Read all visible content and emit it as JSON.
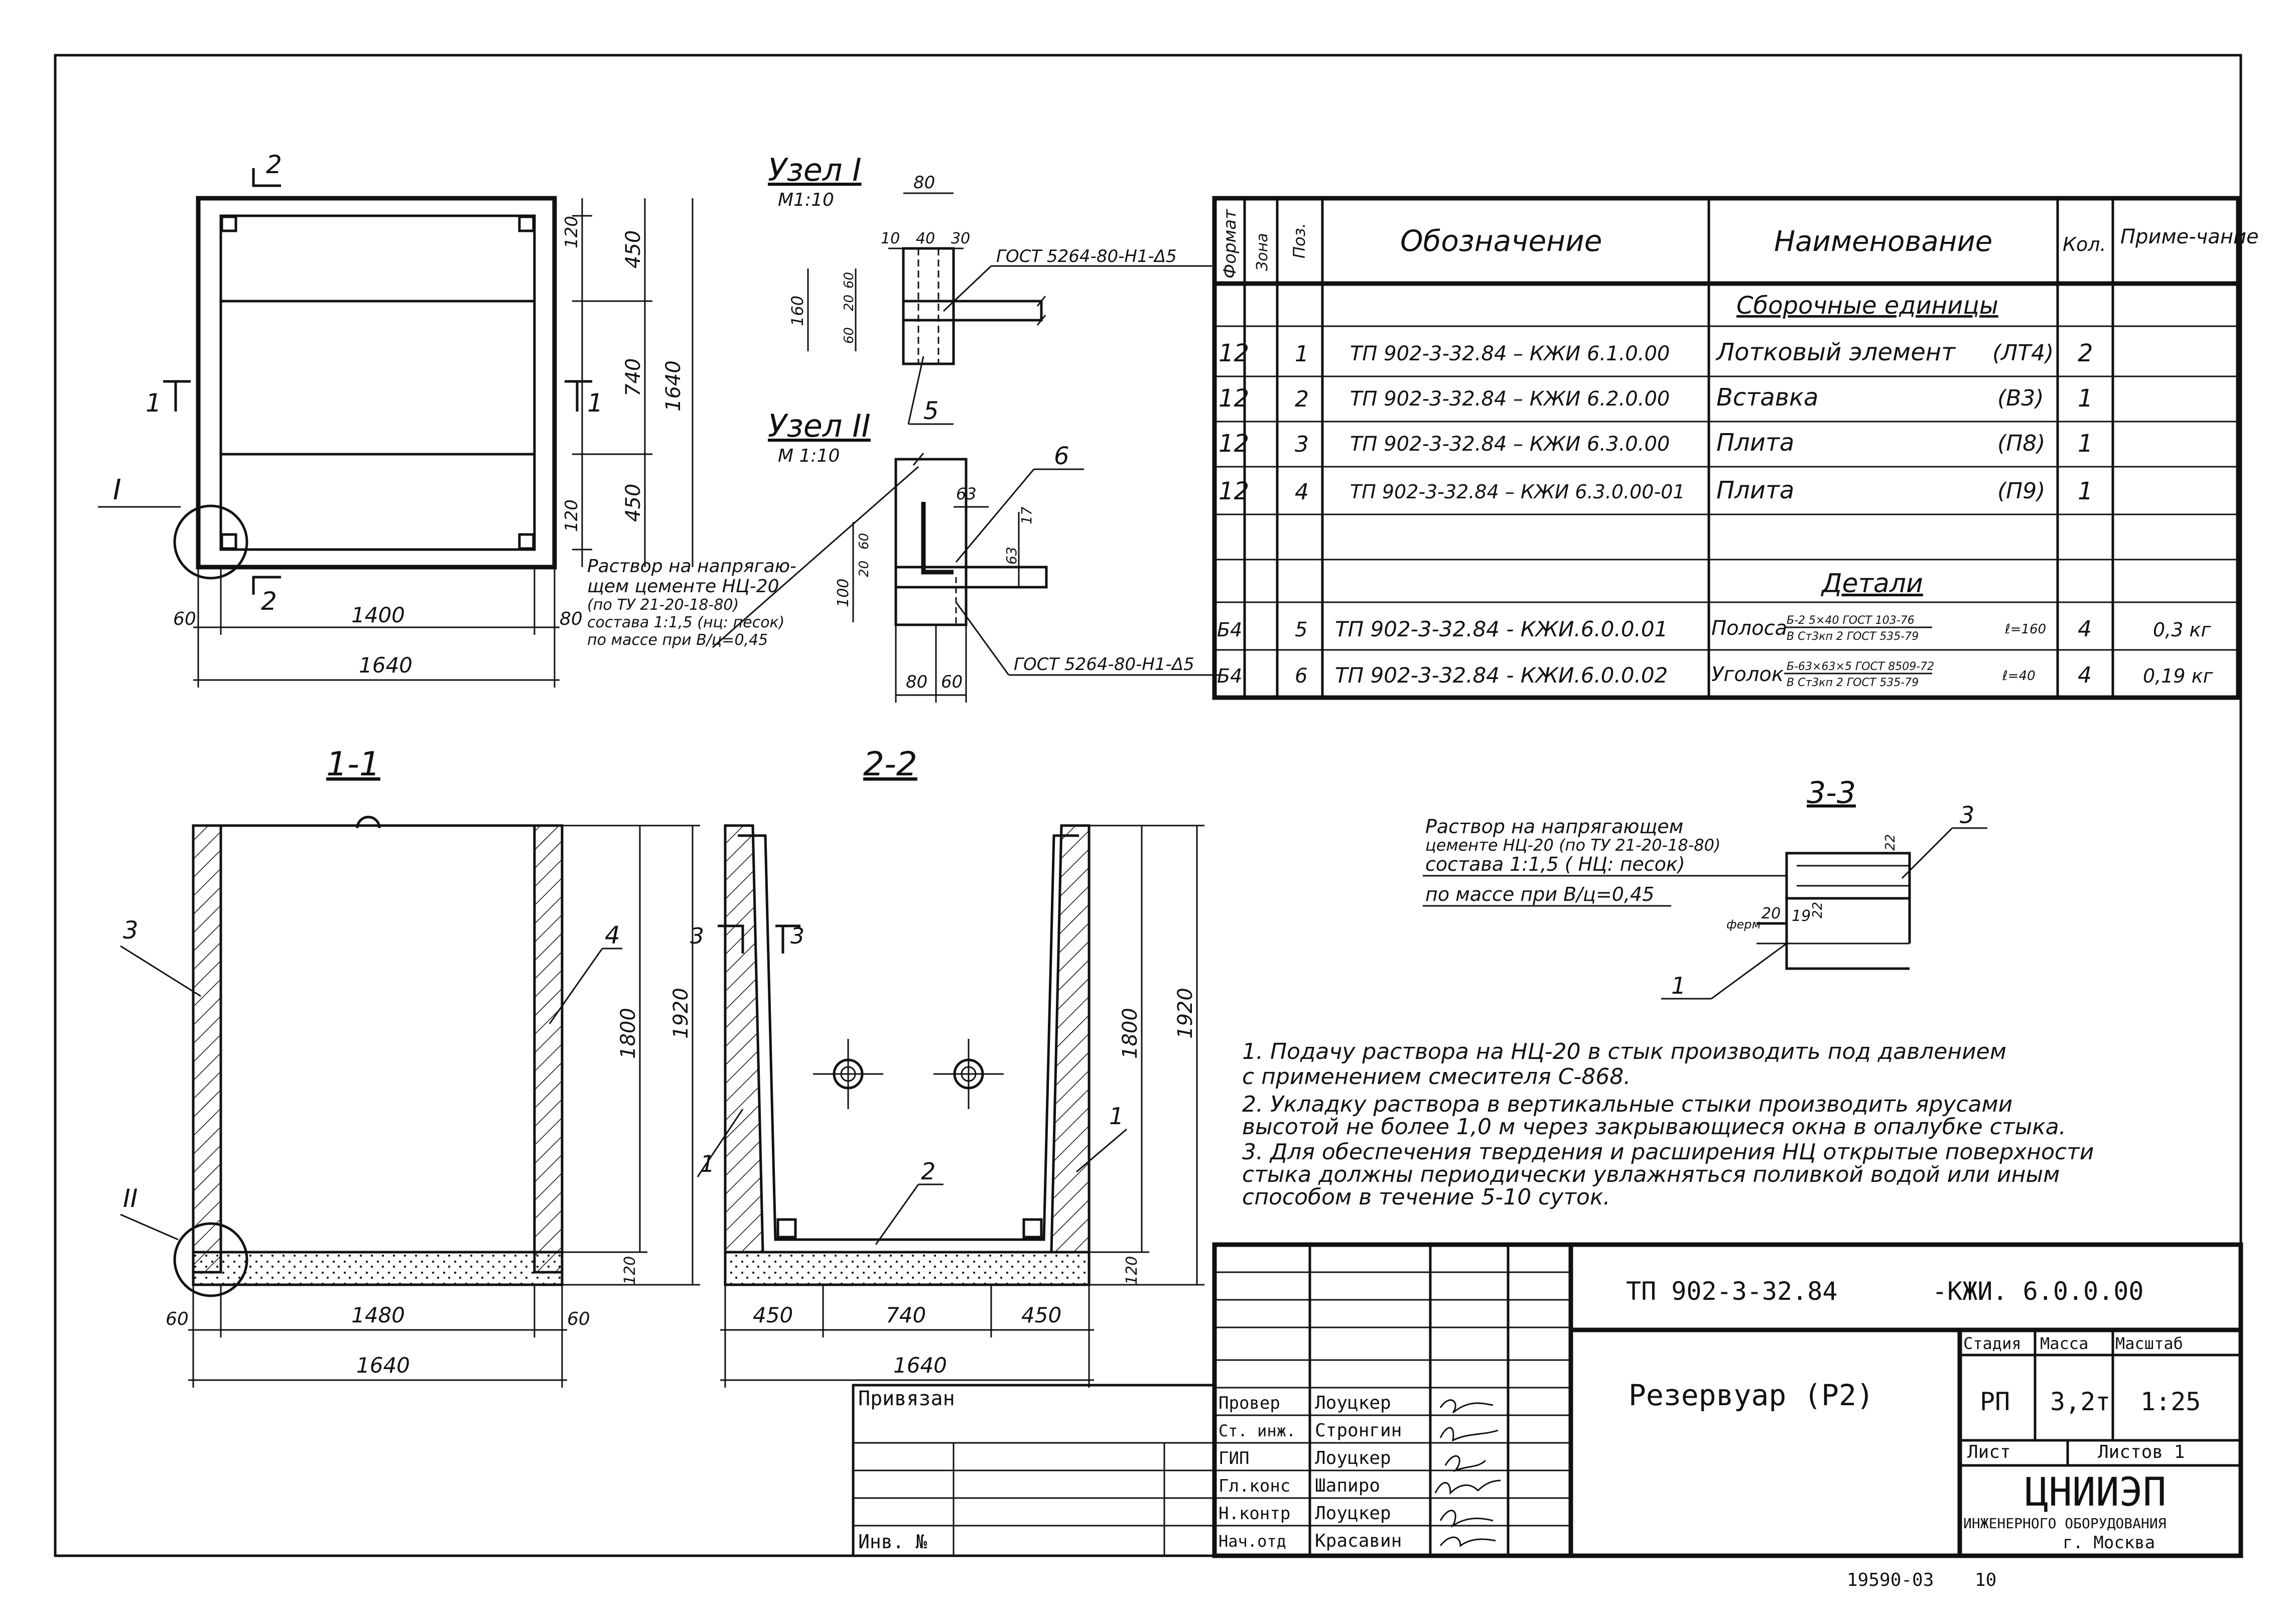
{
  "plan": {
    "cut_mark_2": "2",
    "cut_mark_1": "1",
    "node_I": "I",
    "dim_120a": "120",
    "dim_450a": "450",
    "dim_740": "740",
    "dim_1640_v": "1640",
    "dim_120b": "120",
    "dim_450b": "450",
    "dim_60": "60",
    "dim_1400": "1400",
    "dim_80": "80",
    "dim_1640_h": "1640",
    "mortar_note": [
      "Раствор на напрягаю-",
      "щем цементе НЦ-20",
      "(по ТУ 21-20-18-80)",
      "состава 1:1,5 (нц: песок)",
      "по массе при В/ц=0,45"
    ]
  },
  "node1": {
    "title": "Узел I",
    "scale": "М1:10",
    "dim_80": "80",
    "dim_10": "10",
    "dim_40": "40",
    "dim_30": "30",
    "dim_160": "160",
    "dim_60a": "60",
    "dim_20": "20",
    "dim_60b": "60",
    "gost": "ГОСТ 5264-80-Н1-Δ5",
    "callout": "5"
  },
  "node2": {
    "title": "Узел II",
    "scale": "М 1:10",
    "callout": "6",
    "dim_63a": "63",
    "dim_17": "17",
    "dim_63b": "63",
    "dim_100": "100",
    "dim_20": "20",
    "dim_60": "60",
    "dim_80": "80",
    "dim_60b": "60",
    "gost": "ГОСТ 5264-80-Н1-Δ5"
  },
  "spec": {
    "headers": [
      "Формат",
      "Зона",
      "Поз.",
      "Обозначение",
      "Наименование",
      "Кол.",
      "Приме-чание"
    ],
    "section_assembly": "Сборочные единицы",
    "section_details": "Детали",
    "rows": [
      {
        "format": "12",
        "pos": "1",
        "designation": "ТП 902-3-32.84 – КЖИ 6.1.0.00",
        "name": "Лотковый элемент",
        "code": "(ЛТ4)",
        "qty": "2",
        "note": ""
      },
      {
        "format": "12",
        "pos": "2",
        "designation": "ТП 902-3-32.84 – КЖИ 6.2.0.00",
        "name": "Вставка",
        "code": "(В3)",
        "qty": "1",
        "note": ""
      },
      {
        "format": "12",
        "pos": "3",
        "designation": "ТП 902-3-32.84 – КЖИ 6.3.0.00",
        "name": "Плита",
        "code": "(П8)",
        "qty": "1",
        "note": ""
      },
      {
        "format": "12",
        "pos": "4",
        "designation": "ТП 902-3-32.84 – КЖИ 6.3.0.00-01",
        "name": "Плита",
        "code": "(П9)",
        "qty": "1",
        "note": ""
      }
    ],
    "detail_rows": [
      {
        "format": "Б4",
        "pos": "5",
        "designation": "ТП 902-3-32.84 - КЖИ.6.0.0.01",
        "name": "Полоса",
        "spec_top": "Б-2 5×40 ГОСТ 103-76",
        "spec_bot": "В Ст3кп 2 ГОСТ 535-79",
        "length": "ℓ=160",
        "qty": "4",
        "note": "0,3 кг"
      },
      {
        "format": "Б4",
        "pos": "6",
        "designation": "ТП 902-3-32.84 - КЖИ.6.0.0.02",
        "name": "Уголок",
        "spec_top": "Б-63×63×5 ГОСТ 8509-72",
        "spec_bot": "В Ст3кп 2 ГОСТ 535-79",
        "length": "ℓ=40",
        "qty": "4",
        "note": "0,19 кг"
      }
    ]
  },
  "sec11": {
    "title": "1-1",
    "callout_3": "3",
    "callout_4": "4",
    "node_II": "II",
    "dim_1800": "1800",
    "dim_1920": "1920",
    "dim_120": "120",
    "dim_60a": "60",
    "dim_1480": "1480",
    "dim_60b": "60",
    "dim_1640": "1640"
  },
  "sec22": {
    "title": "2-2",
    "cut_mark_3": "3",
    "callout_1a": "1",
    "callout_1b": "1",
    "callout_2": "2",
    "dim_1800": "1800",
    "dim_1920": "1920",
    "dim_120": "120",
    "dim_450a": "450",
    "dim_740": "740",
    "dim_450b": "450",
    "dim_1640": "1640"
  },
  "sec33": {
    "title": "3-3",
    "mortar_note": [
      "Раствор на напрягающем",
      "цементе НЦ-20 (по ТУ 21-20-18-80)",
      "состава 1:1,5 ( НЦ: песок)",
      "по массе при В/ц=0,45"
    ],
    "callout_3": "3",
    "callout_1": "1",
    "dim_22a": "22",
    "dim_20": "20",
    "dim_19": "19",
    "dim_22b": "22",
    "label_ferr": "ферм"
  },
  "notes": [
    "1. Подачу раствора на НЦ-20 в стык производить под давлением",
    "   с применением смесителя С-868.",
    "2. Укладку раствора в вертикальные стыки производить ярусами",
    "   высотой не более 1,0 м через закрывающиеся окна в опалубке стыка.",
    "3. Для обеспечения твердения и расширения НЦ открытые поверхности",
    "   стыка должны периодически увлажняться поливкой водой или иным",
    "   способом в течение 5-10 суток."
  ],
  "title_block": {
    "doc_code": "ТП 902-3-32.84",
    "doc_suffix": "-КЖИ. 6.0.0.00",
    "title": "Резервуар (Р2)",
    "stage_h": "Стадия",
    "mass_h": "Масса",
    "scale_h": "Масштаб",
    "stage": "РП",
    "mass": "3,2т",
    "scale": "1:25",
    "sheet_h": "Лист",
    "sheets_h": "Листов 1",
    "org": "ЦНИИЭП",
    "org_sub": "ИНЖЕНЕРНОГО ОБОРУДОВАНИЯ",
    "city": "г. Москва",
    "bound": "Привязан",
    "inv": "Инв. №",
    "roles": [
      {
        "role": "Провер",
        "name": "Лоуцкер"
      },
      {
        "role": "Ст. инж.",
        "name": "Стронгин"
      },
      {
        "role": "ГИП",
        "name": "Лоуцкер"
      },
      {
        "role": "Гл.конс",
        "name": "Шапиро"
      },
      {
        "role": "Н.контр",
        "name": "Лоуцкер"
      },
      {
        "role": "Нач.отд",
        "name": "Красавин"
      }
    ],
    "footer_num": "19590-03",
    "footer_page": "10"
  }
}
